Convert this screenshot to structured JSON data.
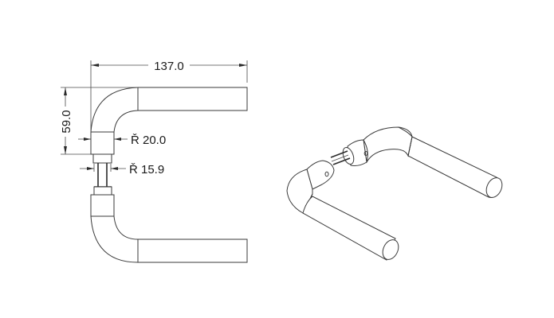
{
  "drawing": {
    "title": "Door lever handle set technical drawing",
    "views": [
      "orthographic-side-view",
      "isometric-view"
    ],
    "line_color": "#3a3a3a",
    "background": "#ffffff"
  },
  "dimensions": {
    "lever_length": "137.0",
    "height": "59.0",
    "rosette_diameter": "Ř 20.0",
    "spindle_diameter": "Ř 15.9"
  }
}
